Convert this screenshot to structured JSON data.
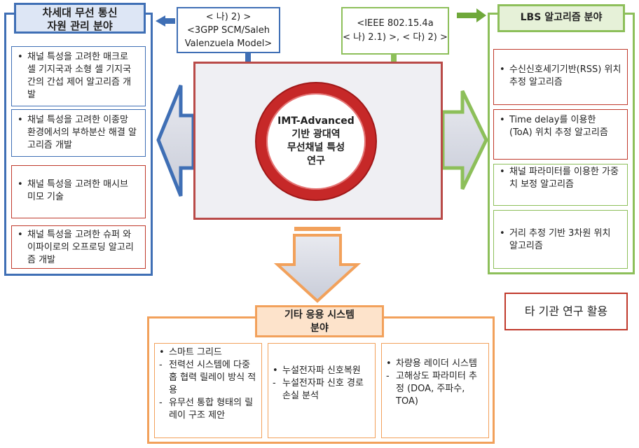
{
  "left_panel": {
    "title_line1": "차세대 무선 통신",
    "title_line2": "자원 관리 분야",
    "items": [
      "채널 특성을 고려한 매크로 셀 기지국과 소형 셀 기지국 간의 간섭 제어 알고리즘 개발",
      "채널 특성을 고려한 이종망 환경에서의 부하분산 해결 알고리즘 개발",
      "채널 특성을 고려한 매시브 미모 기술",
      "채널 특성을 고려한 슈퍼 와이파이로의 오프로딩 알고리즘 개발"
    ]
  },
  "top_left_ref": {
    "line1": "< 나) 2) >",
    "line2": "<3GPP SCM/Saleh",
    "line3": "Valenzuela Model>"
  },
  "top_right_ref": {
    "line1": "<IEEE 802.15.4a",
    "line2": "< 나) 2.1) >, < 다) 2) >"
  },
  "right_panel": {
    "title": "LBS 알고리즘 분야",
    "items": [
      "수신신호세기기반(RSS) 위치 추정 알고리즘",
      "Time delay를 이용한 (ToA) 위치 추정 알고리즘",
      "채널 파라미터를 이용한 가중치 보정 알고리즘",
      "거리 추정 기반 3차원 위치 알고리즘"
    ]
  },
  "center": {
    "line1": "IMT-Advanced",
    "line2": "기반 광대역",
    "line3": "무선채널 특성",
    "line4": "연구"
  },
  "bottom_panel": {
    "title_line1": "기타 응용 시스템",
    "title_line2": "분야",
    "col1": {
      "head": "스마트 그리드",
      "subs": [
        "전력선 시스템에 다중홉 협력 릴레이 방식 적용",
        "유무선 통합 형태의 릴레이 구조 제안"
      ]
    },
    "col2": {
      "head": "누설전자파 신호복원",
      "subs": [
        "누설전자파 신호 경로 손실 분석"
      ]
    },
    "col3": {
      "head": "차량용 레이더 시스템",
      "subs": [
        "고해상도 파라미터 추정 (DOA, 주파수, TOA)"
      ]
    }
  },
  "other_use": "타 기관 연구 활용",
  "colors": {
    "blue": "#3f6fb5",
    "green": "#8dbf5a",
    "red": "#c0392b",
    "orange": "#f2a15b",
    "center_bg": "#efeff3"
  }
}
